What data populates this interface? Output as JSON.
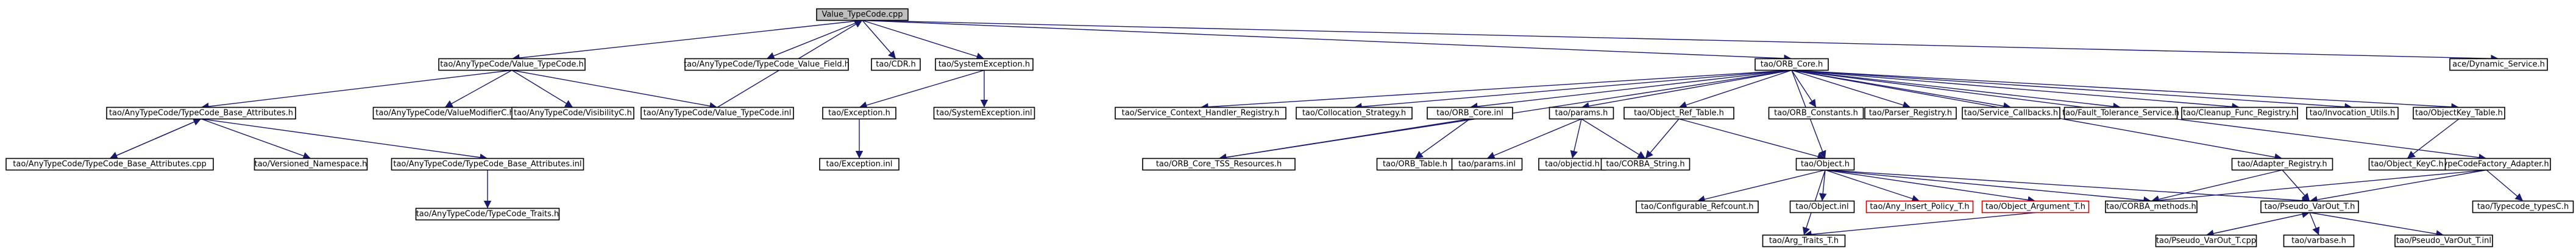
{
  "graph": {
    "edge_color": "#191970",
    "root_fill": "#bfbfbf",
    "missing_border": "#cc0000",
    "nodes": [
      {
        "id": "root",
        "label": "Value_TypeCode.cpp",
        "kind": "root"
      },
      {
        "id": "vtc_h",
        "label": "tao/AnyTypeCode/Value_TypeCode.h"
      },
      {
        "id": "tc_vf",
        "label": "tao/AnyTypeCode/TypeCode_Value_Field.h"
      },
      {
        "id": "cdr",
        "label": "tao/CDR.h"
      },
      {
        "id": "sysex_h",
        "label": "tao/SystemException.h"
      },
      {
        "id": "orb_core_h",
        "label": "tao/ORB_Core.h"
      },
      {
        "id": "dyn_svc",
        "label": "ace/Dynamic_Service.h"
      },
      {
        "id": "tcba_h",
        "label": "tao/AnyTypeCode/TypeCode_Base_Attributes.h"
      },
      {
        "id": "vmodc",
        "label": "tao/AnyTypeCode/ValueModifierC.h"
      },
      {
        "id": "visc",
        "label": "tao/AnyTypeCode/VisibilityC.h"
      },
      {
        "id": "vtc_inl",
        "label": "tao/AnyTypeCode/Value_TypeCode.inl"
      },
      {
        "id": "exc_h",
        "label": "tao/Exception.h"
      },
      {
        "id": "sysex_inl",
        "label": "tao/SystemException.inl"
      },
      {
        "id": "tcba_cpp",
        "label": "tao/AnyTypeCode/TypeCode_Base_Attributes.cpp"
      },
      {
        "id": "ver_ns",
        "label": "tao/Versioned_Namespace.h"
      },
      {
        "id": "tcba_inl",
        "label": "tao/AnyTypeCode/TypeCode_Base_Attributes.inl"
      },
      {
        "id": "tc_traits",
        "label": "tao/AnyTypeCode/TypeCode_Traits.h"
      },
      {
        "id": "exc_inl",
        "label": "tao/Exception.inl"
      },
      {
        "id": "sch_reg",
        "label": "tao/Service_Context_Handler_Registry.h"
      },
      {
        "id": "coll",
        "label": "tao/Collocation_Strategy.h"
      },
      {
        "id": "orb_core_inl",
        "label": "tao/ORB_Core.inl"
      },
      {
        "id": "params_h",
        "label": "tao/params.h"
      },
      {
        "id": "ort",
        "label": "tao/Object_Ref_Table.h"
      },
      {
        "id": "orb_const",
        "label": "tao/ORB_Constants.h"
      },
      {
        "id": "parser_reg",
        "label": "tao/Parser_Registry.h"
      },
      {
        "id": "svc_cb",
        "label": "tao/Service_Callbacks.h"
      },
      {
        "id": "ft_svc",
        "label": "tao/Fault_Tolerance_Service.h"
      },
      {
        "id": "cleanup",
        "label": "tao/Cleanup_Func_Registry.h"
      },
      {
        "id": "inv_utils",
        "label": "tao/Invocation_Utils.h"
      },
      {
        "id": "objkey_tbl",
        "label": "tao/ObjectKey_Table.h"
      },
      {
        "id": "tcf_adapter",
        "label": "tao/TypeCodeFactory_Adapter.h"
      },
      {
        "id": "orb_table",
        "label": "tao/ORB_Table.h"
      },
      {
        "id": "tss_res",
        "label": "tao/ORB_Core_TSS_Resources.h"
      },
      {
        "id": "params_inl",
        "label": "tao/params.inl"
      },
      {
        "id": "objectid",
        "label": "tao/objectid.h"
      },
      {
        "id": "corba_str",
        "label": "tao/CORBA_String.h"
      },
      {
        "id": "object_h",
        "label": "tao/Object.h"
      },
      {
        "id": "adapter_reg",
        "label": "tao/Adapter_Registry.h"
      },
      {
        "id": "objkeyc",
        "label": "tao/Object_KeyC.h"
      },
      {
        "id": "conf_ref",
        "label": "tao/Configurable_Refcount.h"
      },
      {
        "id": "object_inl",
        "label": "tao/Object.inl"
      },
      {
        "id": "any_ins",
        "label": "tao/Any_Insert_Policy_T.h",
        "kind": "missing"
      },
      {
        "id": "obj_arg",
        "label": "tao/Object_Argument_T.h",
        "kind": "missing"
      },
      {
        "id": "corba_methods",
        "label": "tao/CORBA_methods.h"
      },
      {
        "id": "pvo_h",
        "label": "tao/Pseudo_VarOut_T.h"
      },
      {
        "id": "tc_typesc",
        "label": "tao/Typecode_typesC.h"
      },
      {
        "id": "arg_traits",
        "label": "tao/Arg_Traits_T.h"
      },
      {
        "id": "pvo_cpp",
        "label": "tao/Pseudo_VarOut_T.cpp"
      },
      {
        "id": "varbase",
        "label": "tao/varbase.h"
      },
      {
        "id": "pvo_inl",
        "label": "tao/Pseudo_VarOut_T.inl"
      }
    ],
    "edges": [
      [
        "root",
        "vtc_h"
      ],
      [
        "root",
        "tc_vf"
      ],
      [
        "root",
        "cdr"
      ],
      [
        "root",
        "sysex_h"
      ],
      [
        "root",
        "orb_core_h"
      ],
      [
        "root",
        "dyn_svc"
      ],
      [
        "vtc_h",
        "tcba_h"
      ],
      [
        "vtc_h",
        "vmodc"
      ],
      [
        "vtc_h",
        "visc"
      ],
      [
        "vtc_h",
        "vtc_inl"
      ],
      [
        "vtc_inl",
        "root"
      ],
      [
        "tcba_h",
        "tcba_cpp"
      ],
      [
        "tcba_cpp",
        "tcba_h"
      ],
      [
        "tcba_h",
        "ver_ns"
      ],
      [
        "tcba_h",
        "tcba_inl"
      ],
      [
        "tcba_inl",
        "tc_traits"
      ],
      [
        "sysex_h",
        "exc_h"
      ],
      [
        "sysex_h",
        "sysex_inl"
      ],
      [
        "exc_h",
        "exc_inl"
      ],
      [
        "orb_core_h",
        "sch_reg"
      ],
      [
        "orb_core_h",
        "coll"
      ],
      [
        "orb_core_h",
        "orb_core_inl"
      ],
      [
        "orb_core_h",
        "params_h"
      ],
      [
        "orb_core_h",
        "ort"
      ],
      [
        "orb_core_h",
        "orb_const"
      ],
      [
        "orb_core_h",
        "parser_reg"
      ],
      [
        "orb_core_h",
        "svc_cb"
      ],
      [
        "orb_core_h",
        "ft_svc"
      ],
      [
        "orb_core_h",
        "cleanup"
      ],
      [
        "orb_core_h",
        "inv_utils"
      ],
      [
        "orb_core_h",
        "objkey_tbl"
      ],
      [
        "orb_core_h",
        "tcf_adapter"
      ],
      [
        "orb_core_h",
        "object_h"
      ],
      [
        "orb_core_h",
        "adapter_reg"
      ],
      [
        "orb_core_h",
        "tss_res"
      ],
      [
        "orb_core_inl",
        "orb_table"
      ],
      [
        "orb_core_inl",
        "tss_res"
      ],
      [
        "params_h",
        "params_inl"
      ],
      [
        "params_h",
        "objectid"
      ],
      [
        "params_h",
        "corba_str"
      ],
      [
        "ort",
        "object_h"
      ],
      [
        "ort",
        "corba_str"
      ],
      [
        "objkey_tbl",
        "objkeyc"
      ],
      [
        "tcf_adapter",
        "pvo_h"
      ],
      [
        "tcf_adapter",
        "corba_methods"
      ],
      [
        "tcf_adapter",
        "tc_typesc"
      ],
      [
        "object_h",
        "conf_ref"
      ],
      [
        "object_h",
        "object_inl"
      ],
      [
        "object_h",
        "any_ins"
      ],
      [
        "object_h",
        "obj_arg"
      ],
      [
        "object_h",
        "corba_methods"
      ],
      [
        "object_h",
        "pvo_h"
      ],
      [
        "object_h",
        "arg_traits"
      ],
      [
        "adapter_reg",
        "corba_methods"
      ],
      [
        "adapter_reg",
        "pvo_h"
      ],
      [
        "pvo_h",
        "pvo_cpp"
      ],
      [
        "pvo_cpp",
        "pvo_h"
      ],
      [
        "pvo_h",
        "varbase"
      ],
      [
        "pvo_h",
        "pvo_inl"
      ],
      [
        "obj_arg",
        "arg_traits"
      ]
    ]
  }
}
